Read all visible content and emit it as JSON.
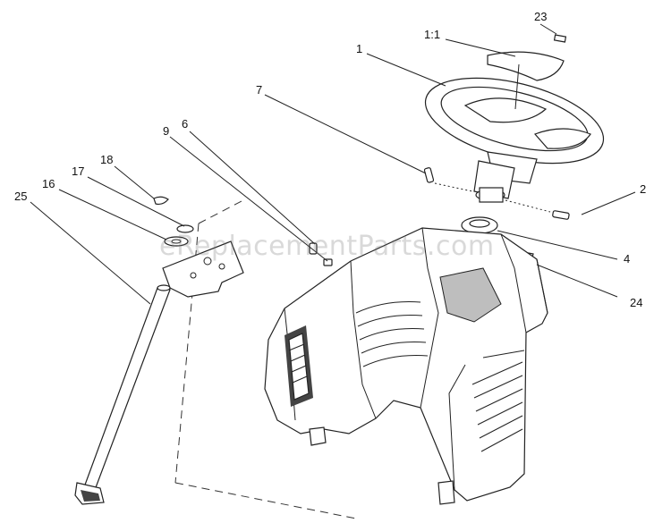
{
  "watermark": "eReplacementParts.com",
  "callouts": [
    {
      "id": "23",
      "text": "23"
    },
    {
      "id": "1-1",
      "text": "1:1"
    },
    {
      "id": "1",
      "text": "1"
    },
    {
      "id": "7",
      "text": "7"
    },
    {
      "id": "6",
      "text": "6"
    },
    {
      "id": "9",
      "text": "9"
    },
    {
      "id": "18",
      "text": "18"
    },
    {
      "id": "17",
      "text": "17"
    },
    {
      "id": "16",
      "text": "16"
    },
    {
      "id": "25",
      "text": "25"
    },
    {
      "id": "2",
      "text": "2"
    },
    {
      "id": "4",
      "text": "4"
    },
    {
      "id": "24",
      "text": "24"
    }
  ]
}
